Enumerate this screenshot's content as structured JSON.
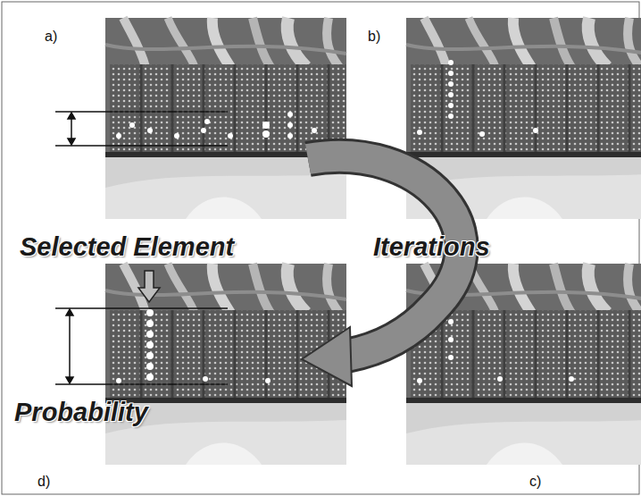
{
  "diagram": {
    "labels": [
      "a)",
      "b)",
      "c)",
      "d)",
      "Selected Element",
      "Iterations",
      "Probability"
    ]
  }
}
